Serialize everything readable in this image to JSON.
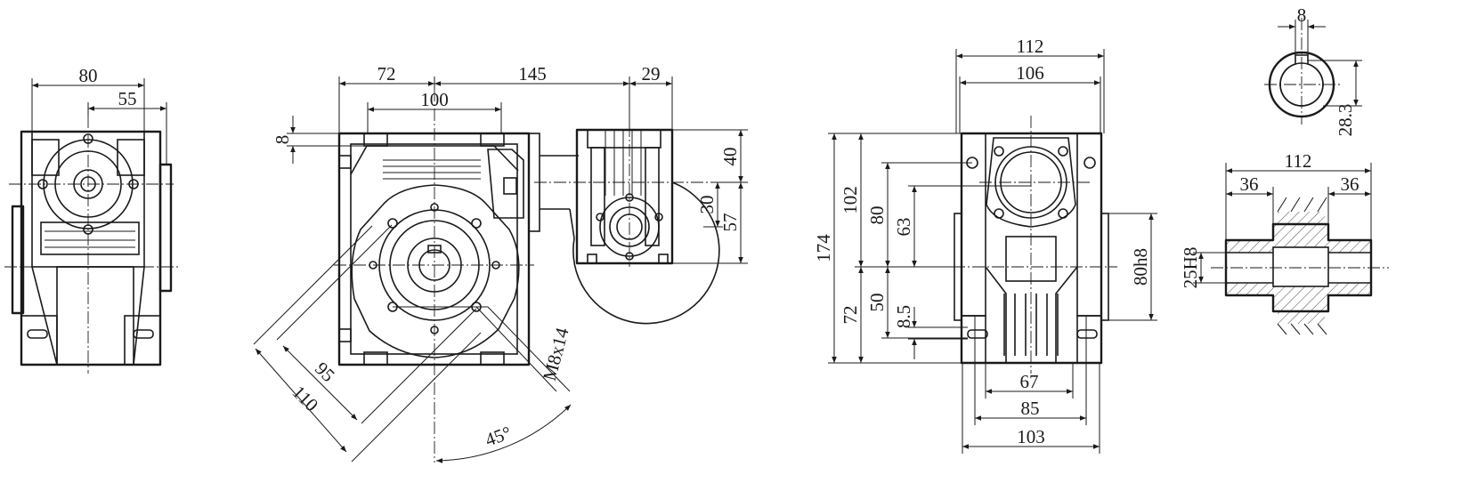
{
  "views": {
    "side": {
      "dims": {
        "width": "80",
        "offset": "55"
      }
    },
    "front": {
      "dims": {
        "d72": "72",
        "d145": "145",
        "d29": "29",
        "d100": "100",
        "d8": "8",
        "d40": "40",
        "d30": "30",
        "d57": "57",
        "d95": "95",
        "d110": "110",
        "thread": "M8x14",
        "angle": "45°"
      }
    },
    "end": {
      "dims": {
        "d112": "112",
        "d106": "106",
        "d174": "174",
        "d102": "102",
        "d80": "80",
        "d63": "63",
        "d72": "72",
        "d50": "50",
        "d8_5": "8.5",
        "pilot": "80h8",
        "d67": "67",
        "d85": "85",
        "d103": "103"
      }
    },
    "shaft": {
      "dims": {
        "key": "8",
        "keyDepth": "28.3",
        "length": "112",
        "left": "36",
        "right": "36",
        "bore": "25H8"
      }
    }
  }
}
